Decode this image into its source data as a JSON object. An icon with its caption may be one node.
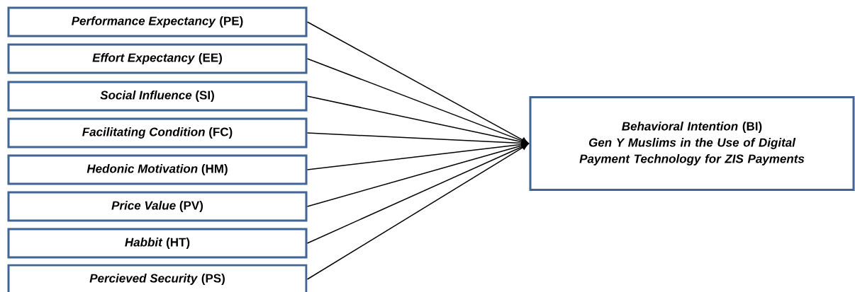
{
  "diagram": {
    "nodes": [
      {
        "text": [
          "*Performance Expectancy* (PE)"
        ]
      },
      {
        "text": [
          "*Effort Expectancy* (EE)"
        ]
      },
      {
        "text": [
          "*Social Influence* (SI)"
        ]
      },
      {
        "text": [
          "*Facilitating Condition* (FC)"
        ]
      },
      {
        "text": [
          "*Hedonic Motivation* (HM)"
        ]
      },
      {
        "text": [
          "*Price Value* (PV)"
        ]
      },
      {
        "text": [
          "*Habbit* (HT)"
        ]
      },
      {
        "text": [
          "*Percieved Security* (PS)"
        ]
      },
      {
        "text": [
          "*Behavioral Intention* (BI)",
          "Gen Y Muslims in the Use of Digital Payment Technology for ZIS Payments"
        ]
      }
    ],
    "edges": [
      {
        "from": 0,
        "to": 8,
        "arrow": "to"
      },
      {
        "from": 1,
        "to": 8,
        "arrow": "to"
      },
      {
        "from": 2,
        "to": 8,
        "arrow": "to"
      },
      {
        "from": 3,
        "to": 8,
        "arrow": "to"
      },
      {
        "from": 4,
        "to": 8,
        "arrow": "to"
      },
      {
        "from": 5,
        "to": 8,
        "arrow": "to"
      },
      {
        "from": 6,
        "to": 8,
        "arrow": "to"
      },
      {
        "from": 7,
        "to": 8,
        "arrow": "to"
      }
    ]
  }
}
